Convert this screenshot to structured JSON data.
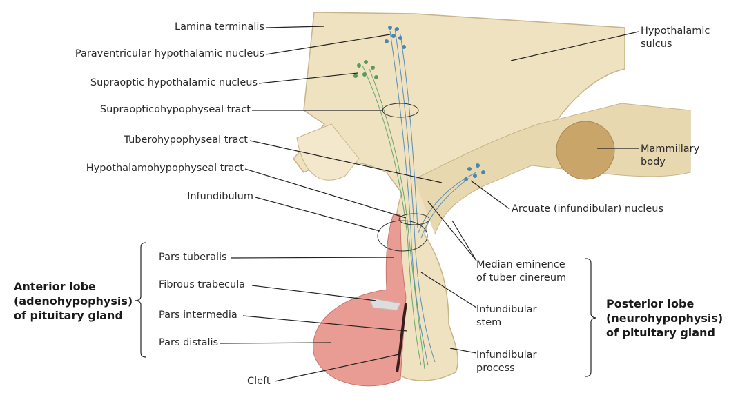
{
  "left_labels": {
    "lamina_terminalis": "Lamina terminalis",
    "paraventricular": "Paraventricular hypothalamic nucleus",
    "supraoptic": "Supraoptic hypothalamic nucleus",
    "supraopticohypophyseal": "Supraopticohypophyseal tract",
    "tuberohypophyseal": "Tuberohypophyseal tract",
    "hypothalamohypophyseal": "Hypothalamohypophyseal tract",
    "infundibulum": "Infundibulum",
    "pars_tuberalis": "Pars tuberalis",
    "fibrous_trabecula": "Fibrous trabecula",
    "pars_intermedia": "Pars intermedia",
    "pars_distalis": "Pars distalis",
    "cleft": "Cleft"
  },
  "anterior_lobe": {
    "line1": "Anterior lobe",
    "line2": "(adenohypophysis)",
    "line3": "of pituitary gland"
  },
  "right_labels": {
    "hypothalamic_sulcus_1": "Hypothalamic",
    "hypothalamic_sulcus_2": "sulcus",
    "mammillary_1": "Mammillary",
    "mammillary_2": "body",
    "arcuate": "Arcuate (infundibular) nucleus",
    "median_1": "Median eminence",
    "median_2": "of tuber cinereum",
    "stem_1": "Infundibular",
    "stem_2": "stem",
    "process_1": "Infundibular",
    "process_2": "process"
  },
  "posterior_lobe": {
    "line1": "Posterior lobe",
    "line2": "(neurohypophysis)",
    "line3": "of pituitary gland"
  },
  "colors": {
    "tissue": "#efe2c0",
    "tissue_dark": "#d9c79a",
    "pink": "#e99c94",
    "mammillary": "#c9a56a",
    "fiber_blue": "#5b8fb5",
    "fiber_green": "#6aa66a"
  }
}
